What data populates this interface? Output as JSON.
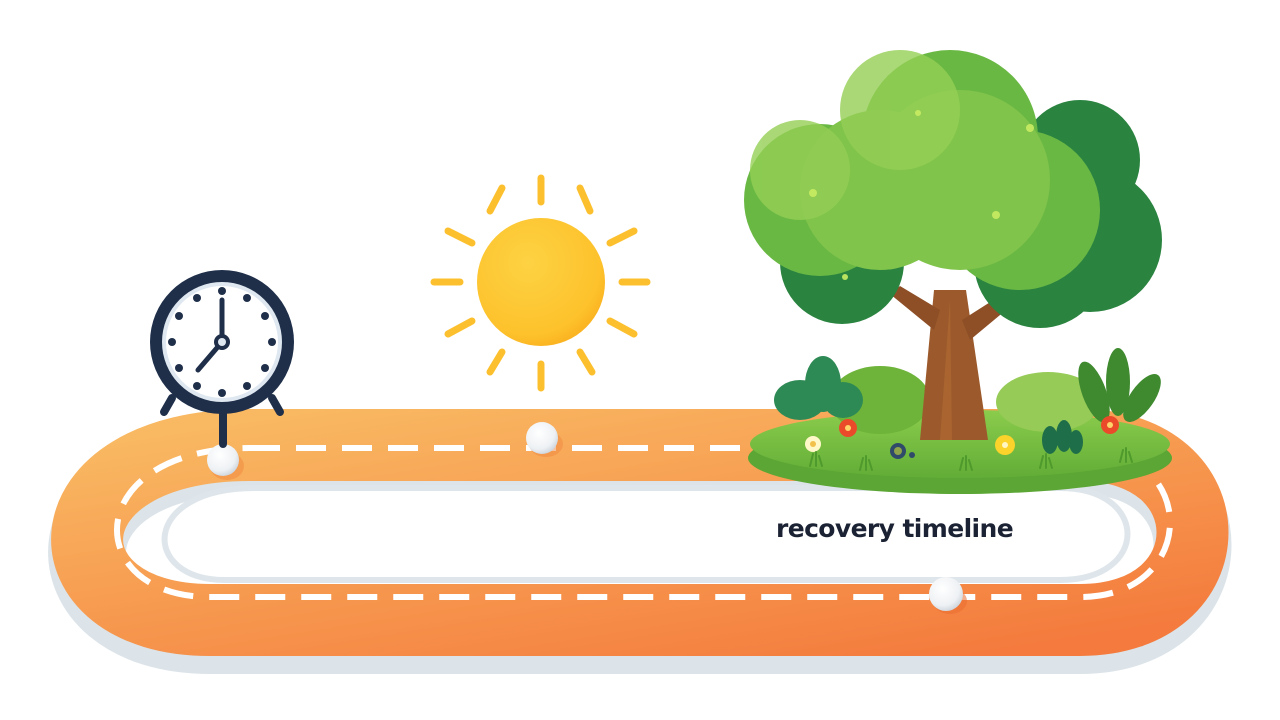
{
  "diagram": {
    "title": "recovery timeline",
    "track": {
      "shape": "rounded-loop",
      "color_start": "#f8b35c",
      "color_end": "#f47a3c",
      "edge_color": "#dfe6ea",
      "dash_color": "#ffffff"
    },
    "milestones": [
      {
        "id": "start",
        "icon": "clock-icon",
        "label": "",
        "time_shown": "7:00"
      },
      {
        "id": "day",
        "icon": "sun-icon",
        "label": ""
      },
      {
        "id": "growth",
        "icon": "tree-icon",
        "label": ""
      },
      {
        "id": "end",
        "icon": "marker-dot",
        "label": ""
      }
    ],
    "colors": {
      "clock_frame": "#1f2f4a",
      "sun": "#fdc52f",
      "sun_shade": "#fba81a",
      "tree_light": "#8cc84b",
      "tree_dark": "#2e8a45",
      "trunk": "#9c5a2c",
      "grass": "#7cc243",
      "text": "#1b2233"
    }
  }
}
